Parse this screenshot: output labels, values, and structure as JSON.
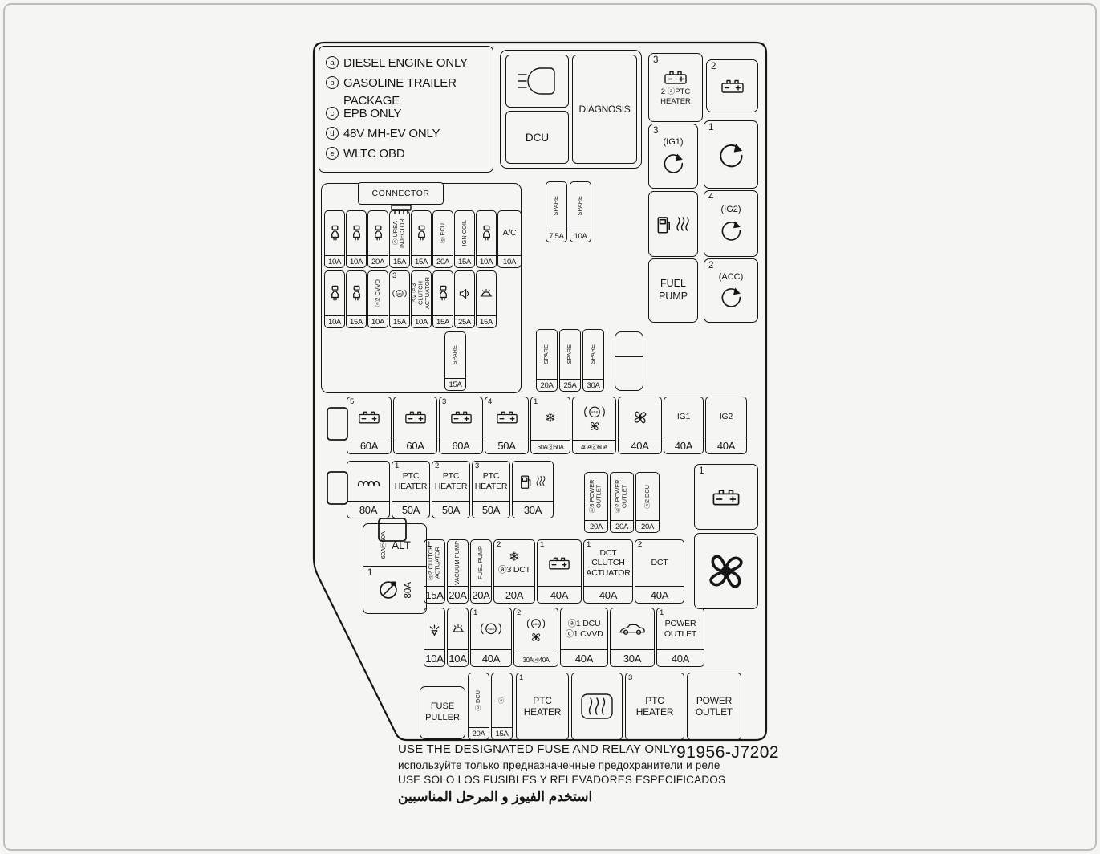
{
  "doc": {
    "part_number": "91956-J7202",
    "warning_en": "USE THE DESIGNATED FUSE AND RELAY ONLY",
    "warning_ru": "используйте только предназначенные предохранители и реле",
    "warning_es": "USE SOLO LOS FUSIBLES Y RELEVADORES ESPECIFICADOS",
    "warning_ar": "استخدم الفيوز و المرحل المناسبين"
  },
  "legend": {
    "items": [
      {
        "key": "a",
        "text": "DIESEL ENGINE ONLY"
      },
      {
        "key": "b",
        "text": "GASOLINE TRAILER\nPACKAGE"
      },
      {
        "key": "c",
        "text": "EPB ONLY"
      },
      {
        "key": "d",
        "text": "48V MH-EV ONLY"
      },
      {
        "key": "e",
        "text": "WLTC OBD"
      }
    ]
  },
  "top_panel": {
    "dcu": "DCU",
    "diagnosis": "DIAGNOSIS"
  },
  "relays": {
    "ptc": {
      "num": "3",
      "caption": "2 ⓐPTC\nHEATER"
    },
    "bat2": {
      "num": "2"
    },
    "ig1": {
      "num": "3",
      "label": "(IG1)"
    },
    "r1": {
      "num": "1"
    },
    "ig2": {
      "num": "4",
      "label": "(IG2)"
    },
    "fuel_pump": {
      "label": "FUEL\nPUMP"
    },
    "acc": {
      "num": "2",
      "label": "(ACC)"
    }
  },
  "connector": {
    "title": "CONNECTOR",
    "row1": [
      {
        "icon": "injector",
        "amp": "10A"
      },
      {
        "icon": "injector",
        "amp": "10A"
      },
      {
        "icon": "injector",
        "amp": "20A"
      },
      {
        "label": "ⓐ UREA INJECTOR",
        "amp": "15A"
      },
      {
        "icon": "injector",
        "amp": "15A"
      },
      {
        "label": "ⓐ ECU",
        "amp": "20A"
      },
      {
        "label": "IGN COIL",
        "amp": "15A"
      },
      {
        "icon": "injector",
        "amp": "10A"
      },
      {
        "lines": [
          "A/C"
        ],
        "amp": "10A",
        "w": 30
      }
    ],
    "row2": [
      {
        "icon": "injector",
        "amp": "10A"
      },
      {
        "icon": "injector",
        "amp": "15A"
      },
      {
        "label": "ⓐ2 CVVD",
        "amp": "10A"
      },
      {
        "num": "3",
        "icon": "abs",
        "is": 20,
        "amp": "15A"
      },
      {
        "label": "ⓐ2 ⓑ3 CLUTCH ACTUATOR",
        "amp": "10A"
      },
      {
        "icon": "injector",
        "amp": "15A"
      },
      {
        "icon": "horn",
        "amp": "25A"
      },
      {
        "icon": "lamp",
        "amp": "15A"
      }
    ],
    "spares_top": [
      {
        "label": "SPARE",
        "amp": "7.5A"
      },
      {
        "label": "SPARE",
        "amp": "10A"
      }
    ],
    "spare_mid": [
      {
        "label": "SPARE",
        "amp": "15A"
      }
    ],
    "spares_right": [
      {
        "label": "SPARE",
        "amp": "20A"
      },
      {
        "label": "SPARE",
        "amp": "25A"
      },
      {
        "label": "SPARE",
        "amp": "30A"
      }
    ]
  },
  "row_main": [
    {
      "num": "5",
      "icon": "battery",
      "amp": "60A",
      "w": 56
    },
    {
      "icon": "battery",
      "amp": "60A",
      "w": 55
    },
    {
      "num": "3",
      "icon": "battery",
      "amp": "60A",
      "w": 55
    },
    {
      "num": "4",
      "icon": "battery",
      "amp": "50A",
      "w": 55
    },
    {
      "num": "1",
      "icon": "snowflake",
      "amp": "60Aⓓ60A",
      "small": true,
      "w": 50
    },
    {
      "icon": "abs",
      "icon2": "fan",
      "amp": "40Aⓓ60A",
      "small": true,
      "w": 55
    },
    {
      "icon": "fan",
      "is": 20,
      "amp": "40A",
      "w": 55
    },
    {
      "lines": [
        "IG1"
      ],
      "amp": "40A",
      "w": 50
    },
    {
      "lines": [
        "IG2"
      ],
      "amp": "40A",
      "w": 52
    }
  ],
  "row_ptc": [
    {
      "icon": "coil",
      "amp": "80A",
      "w": 54
    },
    {
      "num": "1",
      "lines": [
        "PTC",
        "HEATER"
      ],
      "amp": "50A",
      "w": 48
    },
    {
      "num": "2",
      "lines": [
        "PTC",
        "HEATER"
      ],
      "amp": "50A",
      "w": 48
    },
    {
      "num": "3",
      "lines": [
        "PTC",
        "HEATER"
      ],
      "amp": "50A",
      "w": 48
    },
    {
      "icon": "fuel-pump",
      "icon2": "heater",
      "ih": true,
      "amp": "30A",
      "w": 52
    }
  ],
  "outlet_group": [
    {
      "label": "ⓑ3 POWER OUTLET",
      "amp": "20A",
      "w": 30
    },
    {
      "label": "ⓑ2 POWER OUTLET",
      "amp": "20A",
      "w": 30
    },
    {
      "label": "ⓐ2 DCU",
      "amp": "20A",
      "w": 30
    }
  ],
  "right_boxes": {
    "battery_num": "1"
  },
  "alt": {
    "label": "ALT",
    "sub": "60Aⓓ60A",
    "num": "1",
    "amp": "80A"
  },
  "row_dct": [
    {
      "num": "1",
      "label": "ⓐ2 CLUTCH ACTUATOR",
      "amp": "15A",
      "w": 27
    },
    {
      "label": "VACUUM PUMP",
      "amp": "20A",
      "w": 27
    },
    {
      "label": "FUEL PUMP",
      "amp": "20A",
      "w": 27
    },
    {
      "num": "2",
      "icon": "snowflake",
      "lines": [
        "ⓐ3 DCT"
      ],
      "amp": "20A",
      "w": 52
    },
    {
      "num": "1",
      "icon": "battery",
      "amp": "40A",
      "w": 56
    },
    {
      "num": "1",
      "lines": [
        "DCT",
        "CLUTCH",
        "ACTUATOR"
      ],
      "amp": "40A",
      "w": 62
    },
    {
      "num": "2",
      "lines": [
        "DCT"
      ],
      "amp": "40A",
      "w": 62
    }
  ],
  "row_abs": [
    {
      "icon": "washer",
      "amp": "10A",
      "w": 27
    },
    {
      "icon": "lamp",
      "amp": "10A",
      "w": 27
    },
    {
      "num": "1",
      "icon": "abs",
      "amp": "40A",
      "w": 52
    },
    {
      "num": "2",
      "icon": "abs",
      "icon2": "fan",
      "is": 26,
      "amp": "30Aⓓ40A",
      "small": true,
      "w": 56
    },
    {
      "lines": [
        "ⓐ1 DCU",
        "ⓒ1 CVVD"
      ],
      "amp": "40A",
      "w": 60
    },
    {
      "icon": "car",
      "amp": "30A",
      "w": 56
    },
    {
      "num": "1",
      "lines": [
        "POWER",
        "OUTLET"
      ],
      "amp": "40A",
      "w": 60
    }
  ],
  "bottom": {
    "fuse_puller": "FUSE\nPULLER",
    "fuses": [
      {
        "label": "ⓓ DCU",
        "amp": "20A",
        "w": 27
      },
      {
        "label": "ⓔ",
        "amp": "15A",
        "w": 27
      }
    ],
    "boxes": [
      {
        "num": "1",
        "lines": [
          "PTC",
          "HEATER"
        ],
        "w": 66
      },
      {
        "icon": "heater-grid",
        "w": 64
      },
      {
        "num": "3",
        "lines": [
          "PTC",
          "HEATER"
        ],
        "w": 74
      },
      {
        "lines": [
          "POWER",
          "OUTLET"
        ],
        "w": 68
      }
    ]
  }
}
